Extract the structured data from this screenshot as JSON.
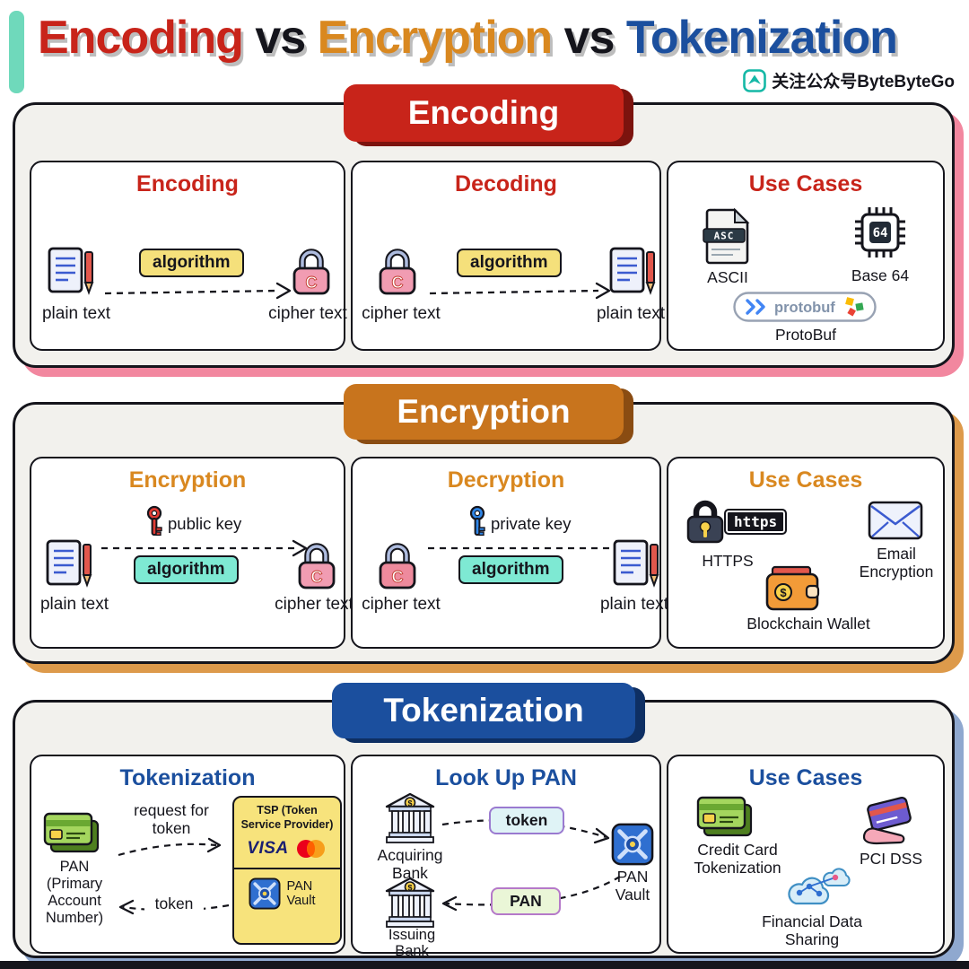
{
  "header": {
    "title": [
      {
        "text": "Encoding"
      },
      {
        "text": " vs "
      },
      {
        "text": "Encryption"
      },
      {
        "text": " vs "
      },
      {
        "text": "Tokenization"
      }
    ],
    "brand_text": "关注公众号ByteByteGo"
  },
  "glyphs": {
    "dollar": "$",
    "lock_letter": "C"
  },
  "colors": {
    "encoding_red": "#c8241a",
    "encryption_orange": "#c8741d",
    "tokenization_blue": "#1b4f9e",
    "accent_teal": "#6fd9bb",
    "algorithm_yellow": "#f5e07b",
    "algorithm_teal": "#7ee9d3",
    "shadow_pink": "#f2879f",
    "shadow_orange": "#dd9a4b",
    "shadow_blue": "#8fa8cf"
  },
  "encoding": {
    "tab_label": "Encoding",
    "encode_panel": {
      "title": "Encoding",
      "source_label": "plain text",
      "algorithm_label": "algorithm",
      "target_label": "cipher text"
    },
    "decode_panel": {
      "title": "Decoding",
      "source_label": "cipher text",
      "algorithm_label": "algorithm",
      "target_label": "plain text"
    },
    "use_cases_panel": {
      "title": "Use Cases",
      "ascii": {
        "icon_text": "ASC",
        "label": "ASCII"
      },
      "base64": {
        "icon_text": "64",
        "label": "Base 64"
      },
      "protobuf": {
        "icon_text": "protobuf",
        "label": "ProtoBuf"
      }
    }
  },
  "encryption": {
    "tab_label": "Encryption",
    "encrypt_panel": {
      "title": "Encryption",
      "source_label": "plain text",
      "key_label": "public key",
      "algorithm_label": "algorithm",
      "target_label": "cipher text"
    },
    "decrypt_panel": {
      "title": "Decryption",
      "source_label": "cipher text",
      "key_label": "private key",
      "algorithm_label": "algorithm",
      "target_label": "plain text"
    },
    "use_cases_panel": {
      "title": "Use Cases",
      "https": {
        "badge_text": "https",
        "label": "HTTPS"
      },
      "email": {
        "label": "Email Encryption"
      },
      "wallet": {
        "label": "Blockchain Wallet"
      }
    }
  },
  "tokenization": {
    "tab_label": "Tokenization",
    "tokenize_panel": {
      "title": "Tokenization",
      "card_label": "PAN (Primary Account Number)",
      "request_arrow_label": "request for token",
      "return_arrow_label": "token",
      "tsp_title": "TSP (Token Service Provider)",
      "visa_text": "VISA",
      "vault_label": "PAN Vault"
    },
    "lookup_panel": {
      "title": "Look Up PAN",
      "acquiring_label": "Acquiring Bank",
      "token_pill": "token",
      "vault_label": "PAN Vault",
      "pan_pill": "PAN",
      "issuing_label": "Issuing Bank"
    },
    "use_cases_panel": {
      "title": "Use Cases",
      "credit_card": {
        "label": "Credit Card Tokenization"
      },
      "pci": {
        "label": "PCI DSS"
      },
      "sharing": {
        "label": "Financial Data Sharing"
      }
    }
  }
}
